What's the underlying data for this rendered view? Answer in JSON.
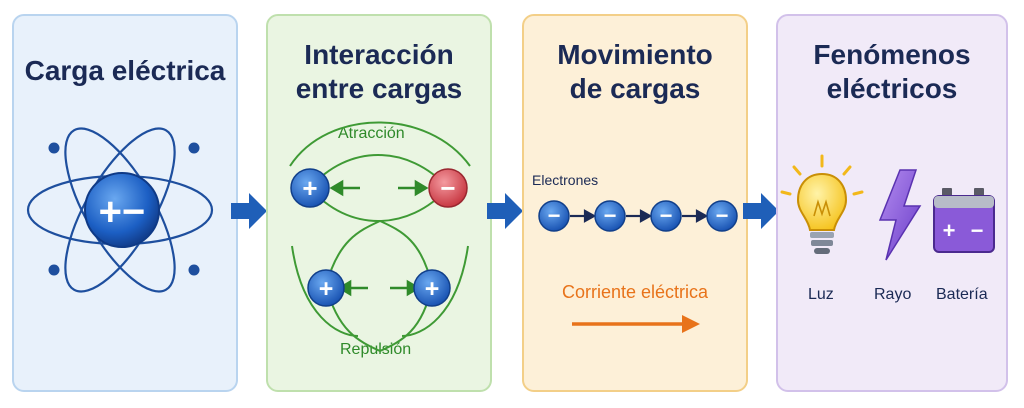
{
  "panels": [
    {
      "title_line1": "Carga eléctrica"
    },
    {
      "title_line1": "Interacción",
      "title_line2": "entre cargas",
      "attraction_label": "Atracción",
      "repulsion_label": "Repulsión"
    },
    {
      "title_line1": "Movimiento",
      "title_line2": "de cargas",
      "electrons_label": "Electrones",
      "current_label": "Corriente eléctrica"
    },
    {
      "title_line1": "Fenómenos",
      "title_line2": "eléctricos",
      "items": [
        {
          "label": "Luz",
          "icon": "lightbulb-icon"
        },
        {
          "label": "Rayo",
          "icon": "lightning-icon"
        },
        {
          "label": "Batería",
          "icon": "battery-icon"
        }
      ]
    }
  ],
  "symbols": {
    "plus": "+",
    "minus": "−",
    "atom_core": "+−"
  },
  "colors": {
    "panel1": "#e8f1fb",
    "panel2": "#eaf5e2",
    "panel3": "#fdf0d8",
    "panel4": "#f1eaf8",
    "title": "#1b2a55",
    "green": "#2f8a2a",
    "orange": "#e8731a",
    "blue_arrow": "#1f5fb8",
    "purple": "#7b4fd0",
    "positive": "#1f5fc0",
    "negative": "#d9474f"
  }
}
